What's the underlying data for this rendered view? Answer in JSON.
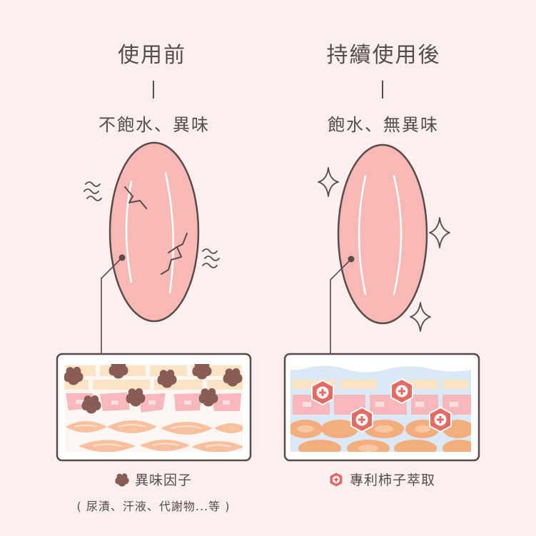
{
  "left": {
    "title": "使用前",
    "subtitle": "不飽水、異味",
    "legend_label": "異味因子",
    "legend_icon": "odor-factor-icon",
    "note": "( 尿漬、汗液、代謝物...等 )"
  },
  "right": {
    "title": "持續使用後",
    "subtitle": "飽水、無異味",
    "legend_label": "專利柿子萃取",
    "legend_icon": "persimmon-extract-icon"
  },
  "colors": {
    "background": "#fcefef",
    "text": "#5b4a4a",
    "skin_pink": "#f7b9b6",
    "odor_brown": "#8a5c56",
    "extract_red": "#e36b63",
    "water_blue": "#dbe9f6"
  }
}
